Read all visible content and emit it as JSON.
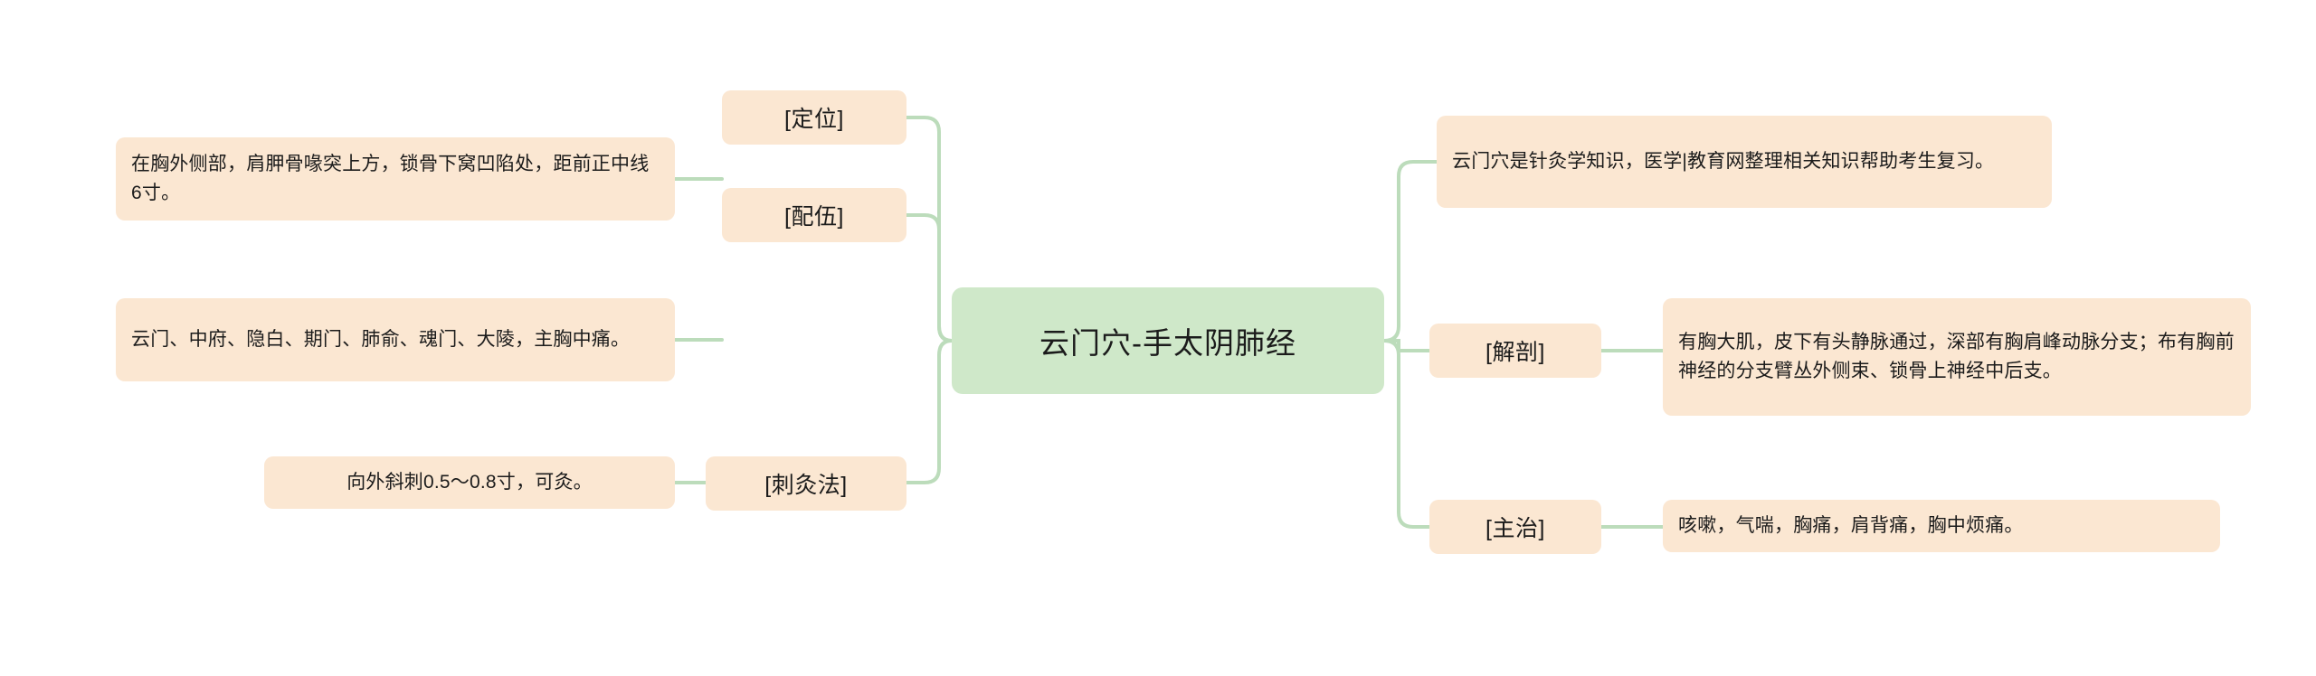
{
  "diagram": {
    "type": "mindmap",
    "title": "云门穴-手太阴肺经",
    "colors": {
      "root_fill": "#cfe8c9",
      "node_fill": "#fbe7d2",
      "edge_stroke": "#bcdcbb",
      "text": "#1b1b1b",
      "background": "#ffffff"
    },
    "root": {
      "label": "云门穴-手太阴肺经"
    },
    "left_branches": [
      {
        "label": "[定位]",
        "detail": "在胸外侧部，肩胛骨喙突上方，锁骨下窝凹陷处，距前正中线6寸。"
      },
      {
        "label": "[配伍]",
        "detail": "云门、中府、隐白、期门、肺俞、魂门、大陵，主胸中痛。"
      },
      {
        "label": "[刺灸法]",
        "detail": "向外斜刺0.5～0.8寸，可灸。"
      }
    ],
    "right_branches": [
      {
        "label": "",
        "detail": "云门穴是针灸学知识，医学|教育网整理相关知识帮助考生复习。"
      },
      {
        "label": "[解剖]",
        "detail": "有胸大肌，皮下有头静脉通过，深部有胸肩峰动脉分支；布有胸前神经的分支臂丛外侧束、锁骨上神经中后支。"
      },
      {
        "label": "[主治]",
        "detail": "咳嗽，气喘，胸痛，肩背痛，胸中烦痛。"
      }
    ]
  }
}
